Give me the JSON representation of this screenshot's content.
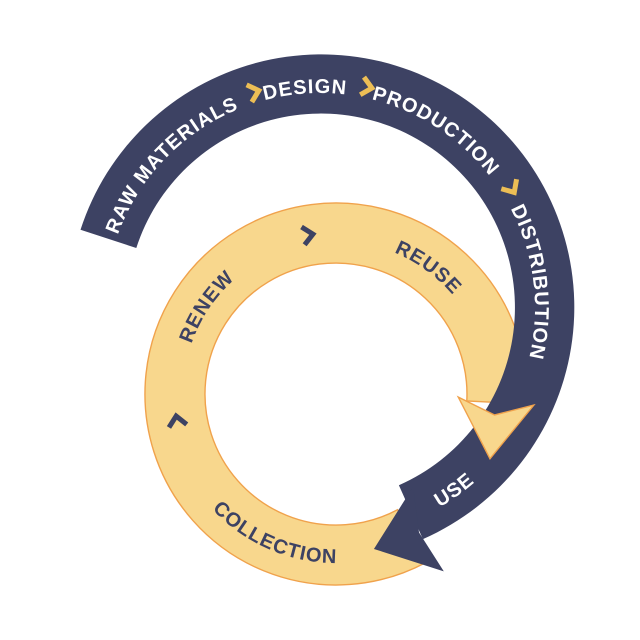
{
  "figure": {
    "outer_loop": {
      "band_color": "#3D4263",
      "text_color": "#FFFFFF",
      "separator_color": "#EDBE55",
      "separator_icon": "chevron-right-icon",
      "steps": [
        "RAW MATERIALS",
        "DESIGN",
        "PRODUCTION",
        "DISTRIBUTION",
        "USE"
      ]
    },
    "inner_loop": {
      "band_color": "#F8D78D",
      "outline_color": "#F0A24C",
      "text_color": "#3D4263",
      "separator_color": "#3D4263",
      "separator_icon": "chevron-icon",
      "steps": [
        "COLLECTION",
        "RENEW",
        "REUSE"
      ]
    },
    "background_color": "#FFFFFF"
  }
}
